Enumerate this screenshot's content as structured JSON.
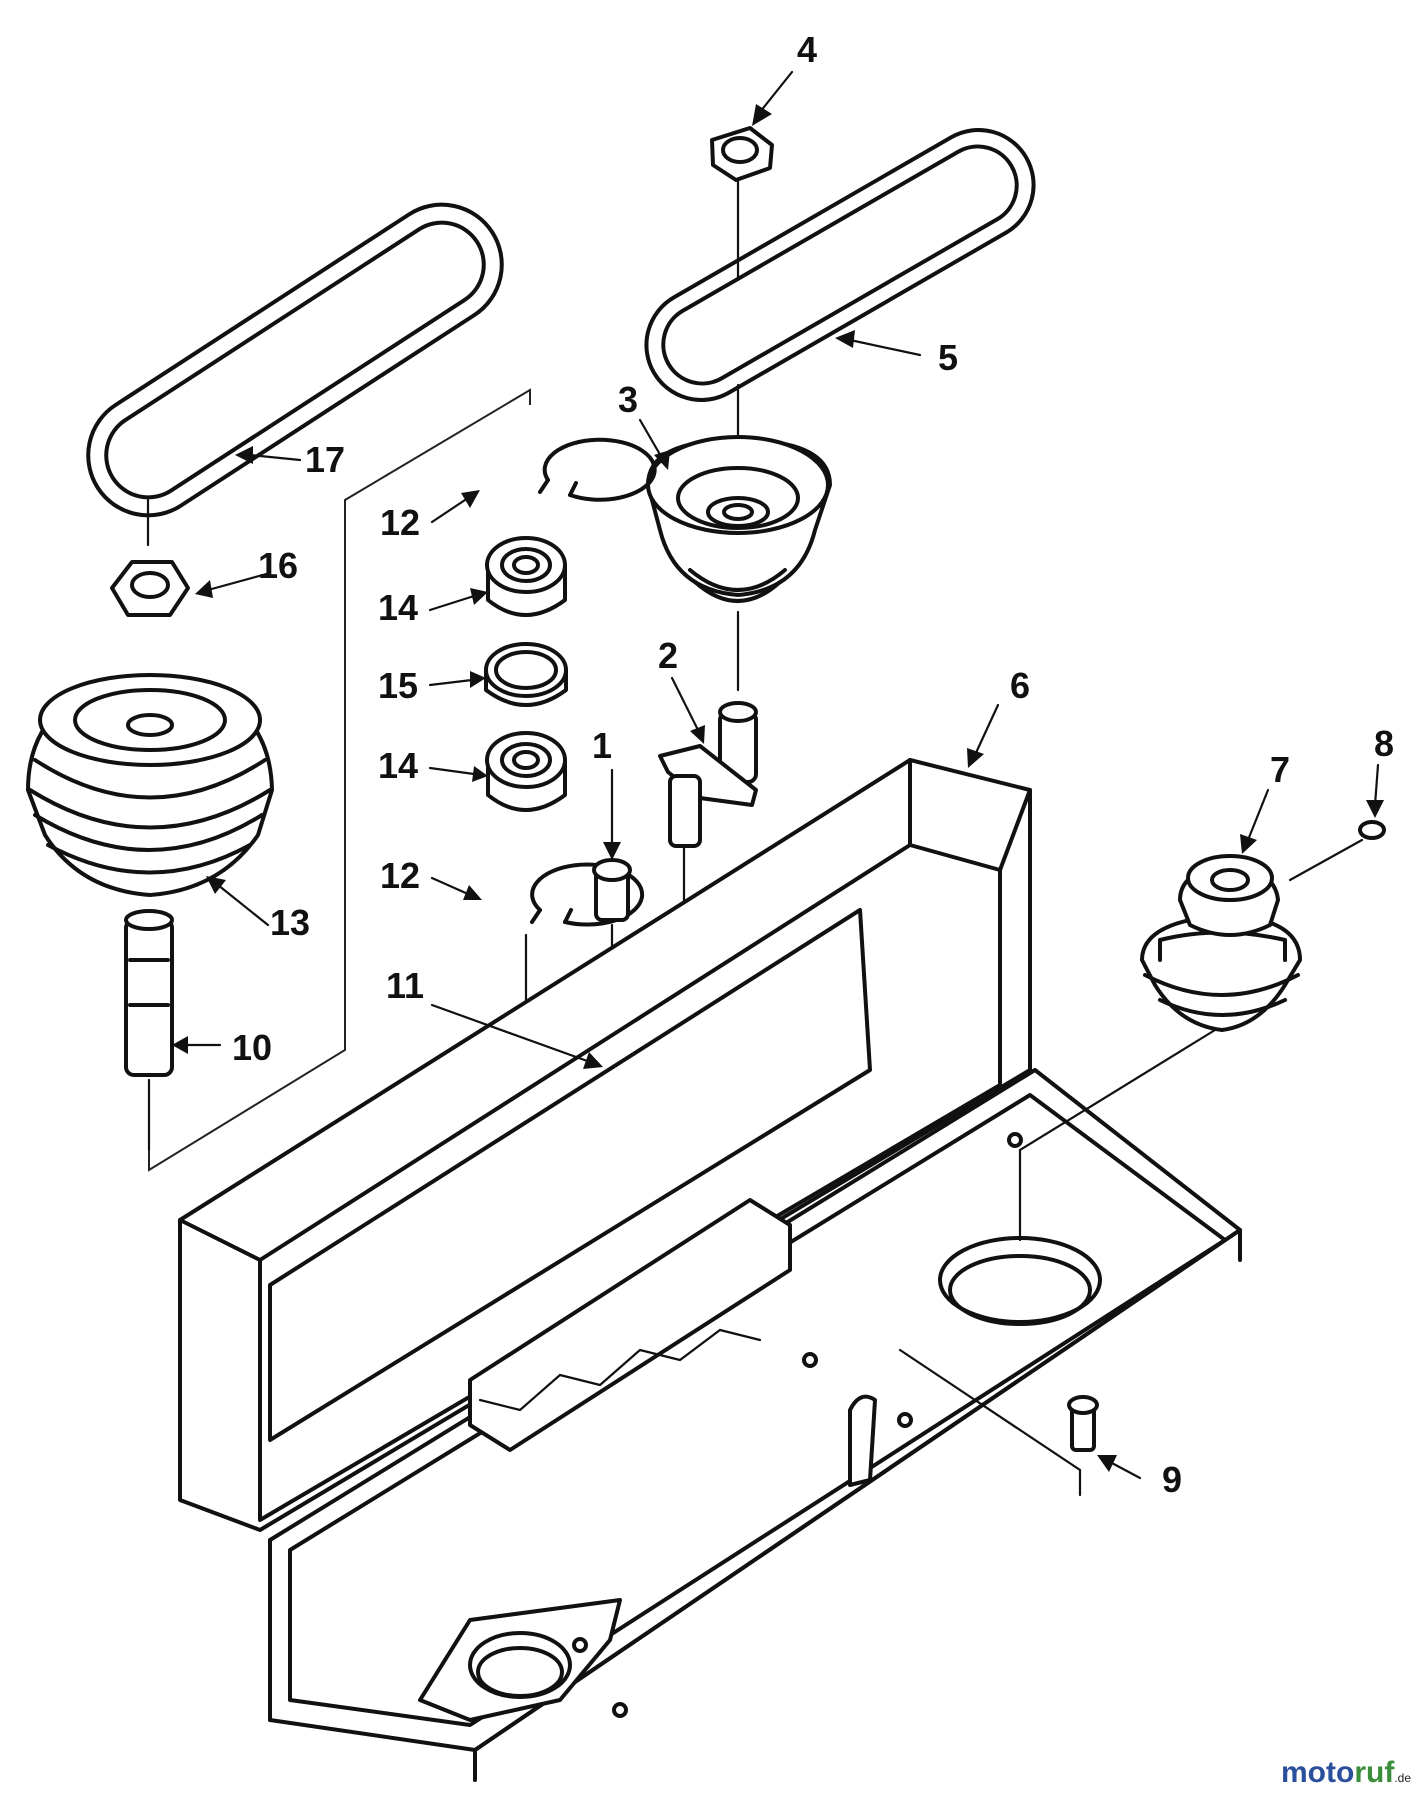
{
  "diagram": {
    "callouts": [
      {
        "id": "c1",
        "label": "1"
      },
      {
        "id": "c2",
        "label": "2"
      },
      {
        "id": "c3",
        "label": "3"
      },
      {
        "id": "c4",
        "label": "4"
      },
      {
        "id": "c5",
        "label": "5"
      },
      {
        "id": "c6",
        "label": "6"
      },
      {
        "id": "c7",
        "label": "7"
      },
      {
        "id": "c8",
        "label": "8"
      },
      {
        "id": "c9",
        "label": "9"
      },
      {
        "id": "c10",
        "label": "10"
      },
      {
        "id": "c11",
        "label": "11"
      },
      {
        "id": "c12a",
        "label": "12"
      },
      {
        "id": "c12b",
        "label": "12"
      },
      {
        "id": "c13",
        "label": "13"
      },
      {
        "id": "c14a",
        "label": "14"
      },
      {
        "id": "c14b",
        "label": "14"
      },
      {
        "id": "c15",
        "label": "15"
      },
      {
        "id": "c16",
        "label": "16"
      },
      {
        "id": "c17",
        "label": "17"
      }
    ]
  },
  "watermark": {
    "part1": "moto",
    "part2": "ruf",
    "suffix": ".de"
  }
}
